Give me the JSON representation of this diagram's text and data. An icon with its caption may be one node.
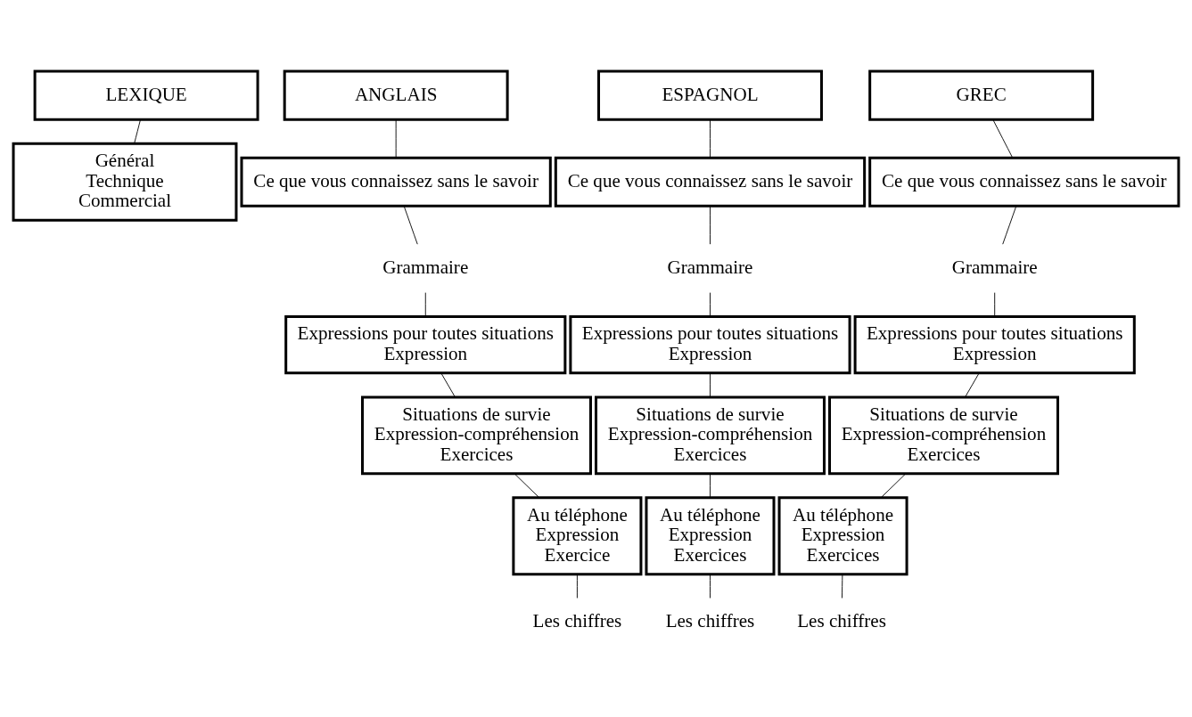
{
  "diagram": {
    "nodes": [
      {
        "text": [
          "LEXIQUE"
        ]
      },
      {
        "text": [
          "ANGLAIS"
        ]
      },
      {
        "text": [
          "ESPAGNOL"
        ]
      },
      {
        "text": [
          "GREC"
        ]
      },
      {
        "text": [
          "Général",
          "Technique",
          "Commercial"
        ]
      },
      {
        "text": [
          "Ce que vous connaissez sans le savoir"
        ]
      },
      {
        "text": [
          "Ce que vous connaissez sans le savoir"
        ]
      },
      {
        "text": [
          "Ce que vous connaissez sans le savoir"
        ]
      },
      {
        "text": [
          "Grammaire"
        ]
      },
      {
        "text": [
          "Grammaire"
        ]
      },
      {
        "text": [
          "Grammaire"
        ]
      },
      {
        "text": [
          "Expressions pour toutes situations",
          "Expression"
        ]
      },
      {
        "text": [
          "Expressions pour toutes situations",
          "Expression"
        ]
      },
      {
        "text": [
          "Expressions pour toutes situations",
          "Expression"
        ]
      },
      {
        "text": [
          "Situations de survie",
          "Expression-compréhension",
          "Exercices"
        ]
      },
      {
        "text": [
          "Situations de survie",
          "Expression-compréhension",
          "Exercices"
        ]
      },
      {
        "text": [
          "Situations de survie",
          "Expression-compréhension",
          "Exercices"
        ]
      },
      {
        "text": [
          "Au téléphone",
          "Expression",
          "Exercice"
        ]
      },
      {
        "text": [
          "Au téléphone",
          "Expression",
          "Exercices"
        ]
      },
      {
        "text": [
          "Au téléphone",
          "Expression",
          "Exercices"
        ]
      },
      {
        "text": [
          "Les chiffres"
        ]
      },
      {
        "text": [
          "Les chiffres"
        ]
      },
      {
        "text": [
          "Les chiffres"
        ]
      }
    ],
    "edges": [
      {
        "from": 0,
        "to": 4,
        "arrow": "none"
      },
      {
        "from": 1,
        "to": 5,
        "arrow": "none"
      },
      {
        "from": 2,
        "to": 6,
        "arrow": "none"
      },
      {
        "from": 3,
        "to": 7,
        "arrow": "none"
      },
      {
        "from": 5,
        "to": 8,
        "arrow": "none"
      },
      {
        "from": 6,
        "to": 9,
        "arrow": "none"
      },
      {
        "from": 7,
        "to": 10,
        "arrow": "none"
      },
      {
        "from": 8,
        "to": 11,
        "arrow": "none"
      },
      {
        "from": 9,
        "to": 12,
        "arrow": "none"
      },
      {
        "from": 10,
        "to": 13,
        "arrow": "none"
      },
      {
        "from": 11,
        "to": 14,
        "arrow": "none"
      },
      {
        "from": 12,
        "to": 15,
        "arrow": "none"
      },
      {
        "from": 13,
        "to": 16,
        "arrow": "none"
      },
      {
        "from": 14,
        "to": 17,
        "arrow": "none"
      },
      {
        "from": 15,
        "to": 18,
        "arrow": "none"
      },
      {
        "from": 16,
        "to": 19,
        "arrow": "none"
      },
      {
        "from": 17,
        "to": 20,
        "arrow": "none"
      },
      {
        "from": 18,
        "to": 21,
        "arrow": "none"
      },
      {
        "from": 19,
        "to": 22,
        "arrow": "none"
      }
    ]
  }
}
